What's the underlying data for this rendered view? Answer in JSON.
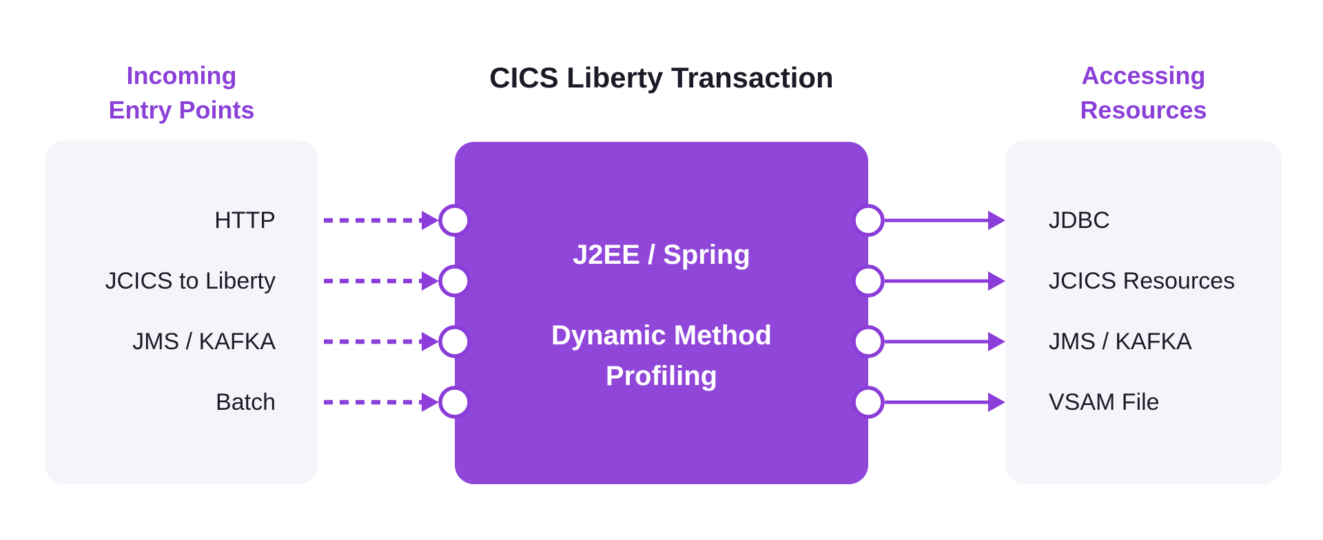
{
  "diagram": {
    "title": "CICS Liberty Transaction",
    "left_column": {
      "heading_line1": "Incoming",
      "heading_line2": "Entry Points",
      "items": [
        "HTTP",
        "JCICS to Liberty",
        "JMS / KAFKA",
        "Batch"
      ],
      "arrow_style": "dashed"
    },
    "center_box": {
      "lines": [
        "J2EE / Spring",
        "Dynamic Method",
        "Profiling"
      ]
    },
    "right_column": {
      "heading_line1": "Accessing",
      "heading_line2": "Resources",
      "items": [
        "JDBC",
        "JCICS Resources",
        "JMS / KAFKA",
        "VSAM File"
      ],
      "arrow_style": "solid"
    },
    "colors": {
      "box_purple": "#9046d9",
      "arrow_purple": "#8b3cd9",
      "heading_purple": "#8b40d8",
      "panel_background": "#f6f4fb",
      "text_dark": "#1c1a26",
      "text_on_purple": "#ffffff"
    }
  }
}
